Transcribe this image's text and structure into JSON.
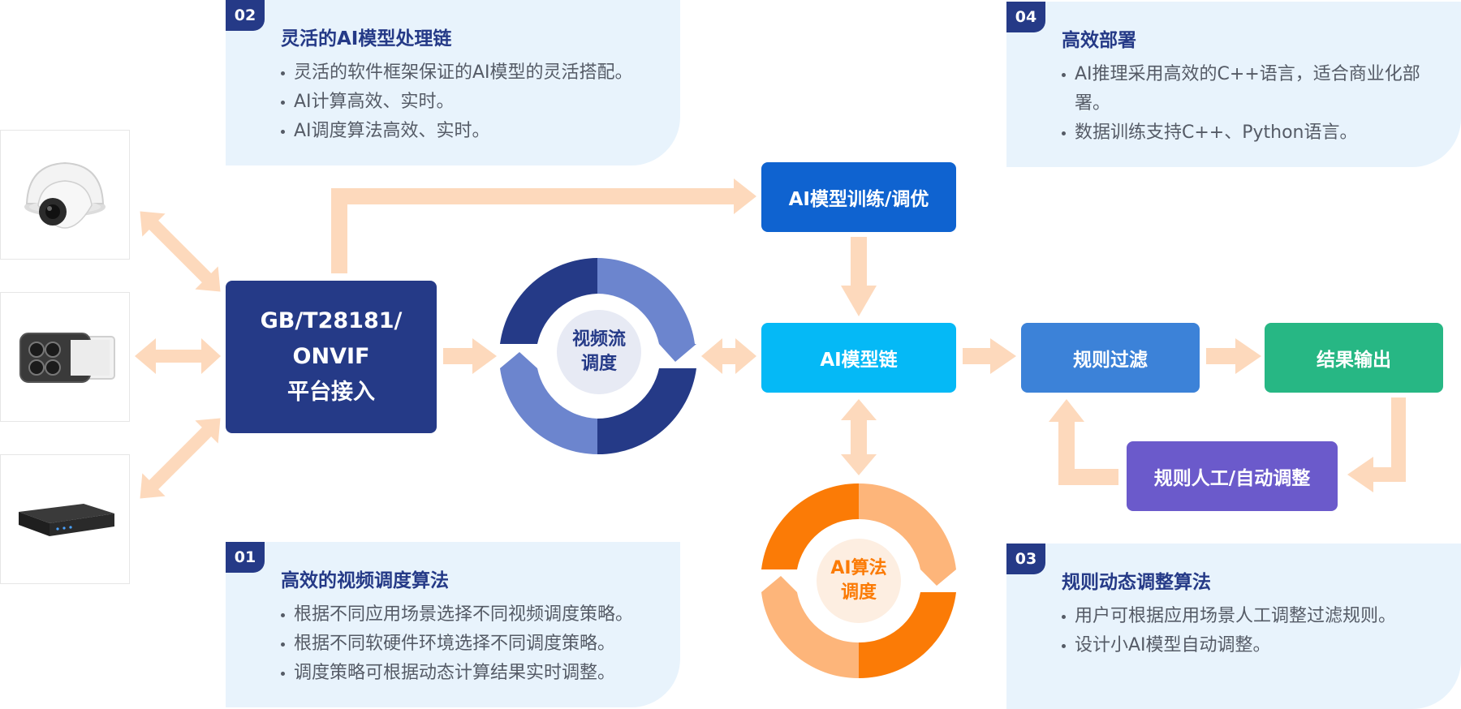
{
  "cards": [
    {
      "num": "02",
      "title": "灵活的AI模型处理链",
      "items": [
        "灵活的软件框架保证的AI模型的灵活搭配。",
        "AI计算高效、实时。",
        "AI调度算法高效、实时。"
      ]
    },
    {
      "num": "04",
      "title": "高效部署",
      "items": [
        "AI推理采用高效的C++语言，适合商业化部署。",
        "数据训练支持C++、Python语言。"
      ]
    },
    {
      "num": "01",
      "title": "高效的视频调度算法",
      "items": [
        "根据不同应用场景选择不同视频调度策略。",
        "根据不同软硬件环境选择不同调度策略。",
        "调度策略可根据动态计算结果实时调整。"
      ]
    },
    {
      "num": "03",
      "title": "规则动态调整算法",
      "items": [
        "用户可根据应用场景人工调整过滤规则。",
        "设计小AI模型自动调整。"
      ]
    }
  ],
  "boxes": {
    "platform": {
      "line1": "GB/T28181/",
      "line2": "ONVIF",
      "line3": "平台接入"
    },
    "training": "AI模型训练/调优",
    "chain": "AI模型链",
    "filter": "规则过滤",
    "output": "结果输出",
    "adjust": "规则人工/自动调整"
  },
  "cycles": {
    "video": {
      "line1": "视频流",
      "line2": "调度"
    },
    "algo": {
      "line1": "AI算法",
      "line2": "调度"
    }
  },
  "colors": {
    "navy": "#253a87",
    "blue": "#0f63d0",
    "cyan": "#05b9f6",
    "steel": "#3c82d8",
    "green": "#27b784",
    "purple": "#6b5acb",
    "orange": "#fb7b06",
    "arrow": "#fdd9bc",
    "card": "#e8f3fc"
  },
  "devices": [
    "dome-camera-icon",
    "bullet-camera-icon",
    "nvr-recorder-icon"
  ]
}
